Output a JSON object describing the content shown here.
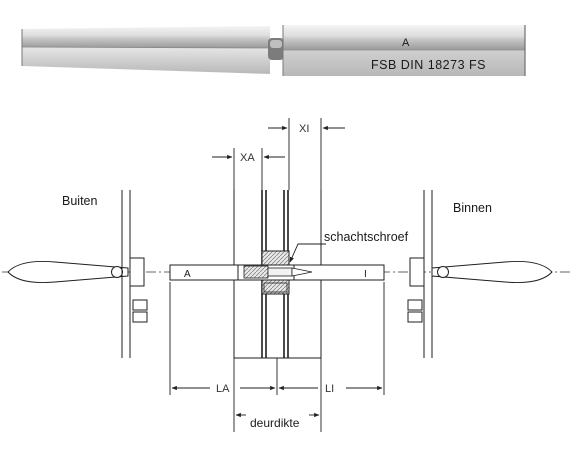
{
  "product": {
    "spindle_marking": "FSB DIN 18273 FS",
    "spindle_letter": "A"
  },
  "diagram": {
    "labels": {
      "outside": "Buiten",
      "inside": "Binnen",
      "screw": "schachtschroef",
      "door_thickness": "deurdikte"
    },
    "dimensions": {
      "xi": "XI",
      "xa": "XA",
      "la": "LA",
      "li": "LI"
    },
    "spindle_end_marks": {
      "a_side": "A",
      "i_side": "I"
    }
  }
}
